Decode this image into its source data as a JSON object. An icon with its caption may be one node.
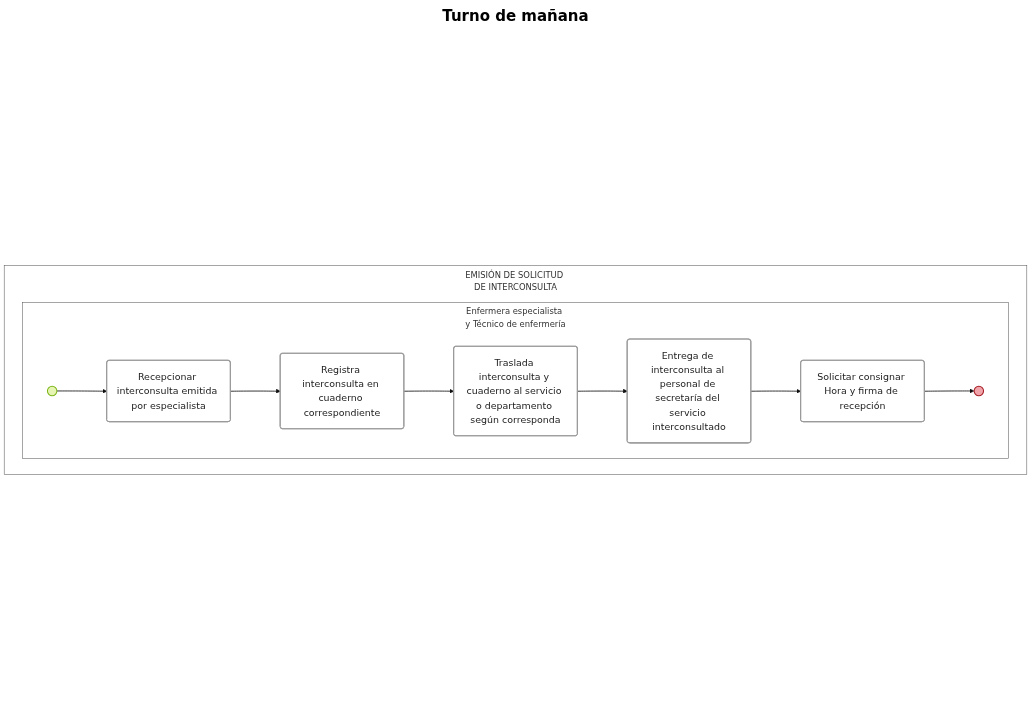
{
  "diagram": {
    "nodes": [
      {
        "text": [
          "EMISIÓN DE SOLICITUD DE INTERCONSULTA"
        ]
      },
      {
        "text": [
          "Enfermera especialista y Técnico de enfermería"
        ],
        "in": 0
      },
      {
        "text": [],
        "shape": "circle",
        "in": 1
      },
      {
        "text": [
          "Recepcionar interconsulta emitida por especialista"
        ],
        "in": 1
      },
      {
        "text": [
          "Registra interconsulta en cuaderno correspondiente"
        ],
        "in": 1
      },
      {
        "text": [
          "Traslada interconsulta y cuaderno al servicio o departamento según corresponda"
        ],
        "in": 1
      },
      {
        "text": [
          "Entrega de interconsulta al personal de secretaría del servicio interconsultado"
        ],
        "in": 1
      },
      {
        "text": [
          "Solicitar consignar Hora y firma de recepción"
        ],
        "in": 1
      },
      {
        "text": [],
        "shape": "circle",
        "in": 1
      }
    ],
    "edges": [
      {
        "from": 2,
        "to": 3,
        "arrow": "to"
      },
      {
        "from": 3,
        "to": 4,
        "arrow": "to"
      },
      {
        "from": 4,
        "to": 5,
        "arrow": "to"
      },
      {
        "from": 5,
        "to": 6,
        "arrow": "to"
      },
      {
        "from": 6,
        "to": 7,
        "arrow": "to"
      },
      {
        "from": 7,
        "to": 8,
        "arrow": "to"
      }
    ],
    "labels": [
      "Turno de mañana"
    ]
  }
}
